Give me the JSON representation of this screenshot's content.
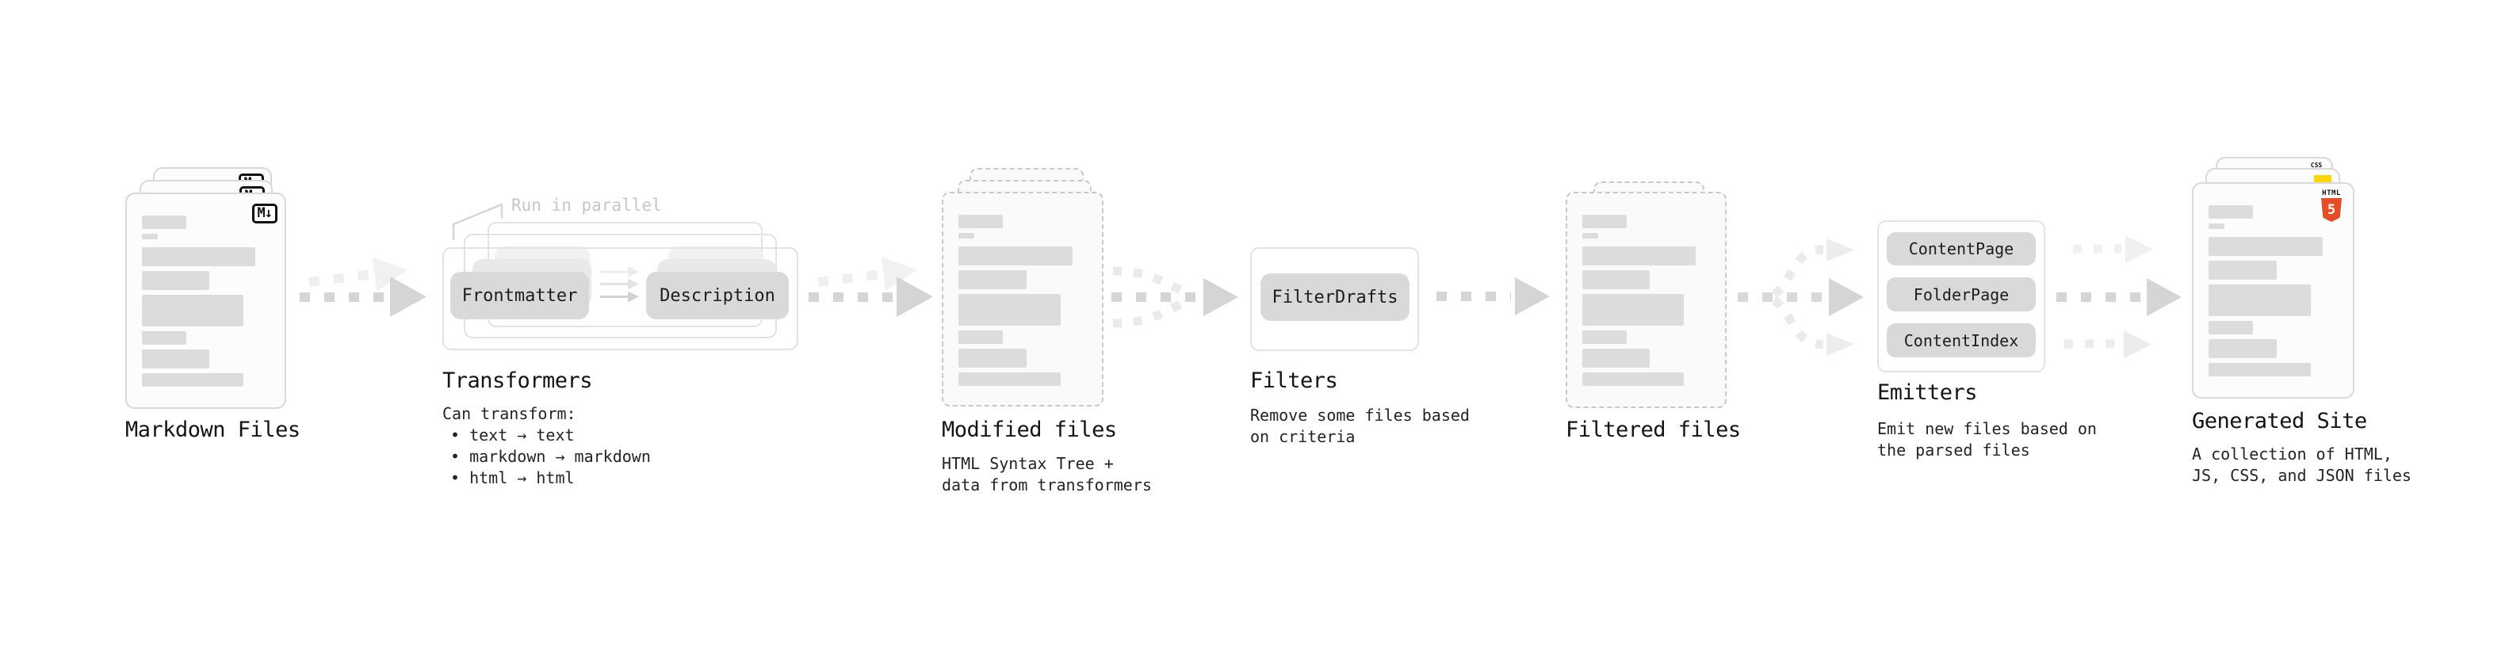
{
  "stages": {
    "markdown": {
      "label": "Markdown Files",
      "badge": "M↓"
    },
    "transformers": {
      "note": "Run in parallel",
      "pills": [
        "Frontmatter",
        "Description"
      ],
      "label": "Transformers",
      "desc_title": "Can transform:",
      "bullets": [
        "• text → text",
        "• markdown → markdown",
        "• html → html"
      ]
    },
    "modified": {
      "label": "Modified files",
      "description": "HTML Syntax Tree +\ndata from transformers"
    },
    "filters": {
      "label": "Filters",
      "pills": [
        "FilterDrafts"
      ],
      "description": "Remove some files based\non criteria"
    },
    "filtered": {
      "label": "Filtered files"
    },
    "emitters": {
      "label": "Emitters",
      "pills": [
        "ContentPage",
        "FolderPage",
        "ContentIndex"
      ],
      "description": "Emit new files based on\nthe parsed files"
    },
    "site": {
      "label": "Generated Site",
      "description": "A collection of HTML,\nJS, CSS, and JSON files",
      "badges": {
        "css": "CSS",
        "html_word": "HTML",
        "html_number": "5"
      }
    }
  },
  "colors": {
    "html5_orange": "#e44d26",
    "js_yellow": "#ffd600",
    "css_blue": "#2965f1",
    "pill_gray": "#d9d9d9",
    "skeleton_gray": "#dcdcdc",
    "arrow_gray": "#d5d5d5",
    "arrow_light": "#eeeeee",
    "note_gray": "#c6c6c6"
  }
}
